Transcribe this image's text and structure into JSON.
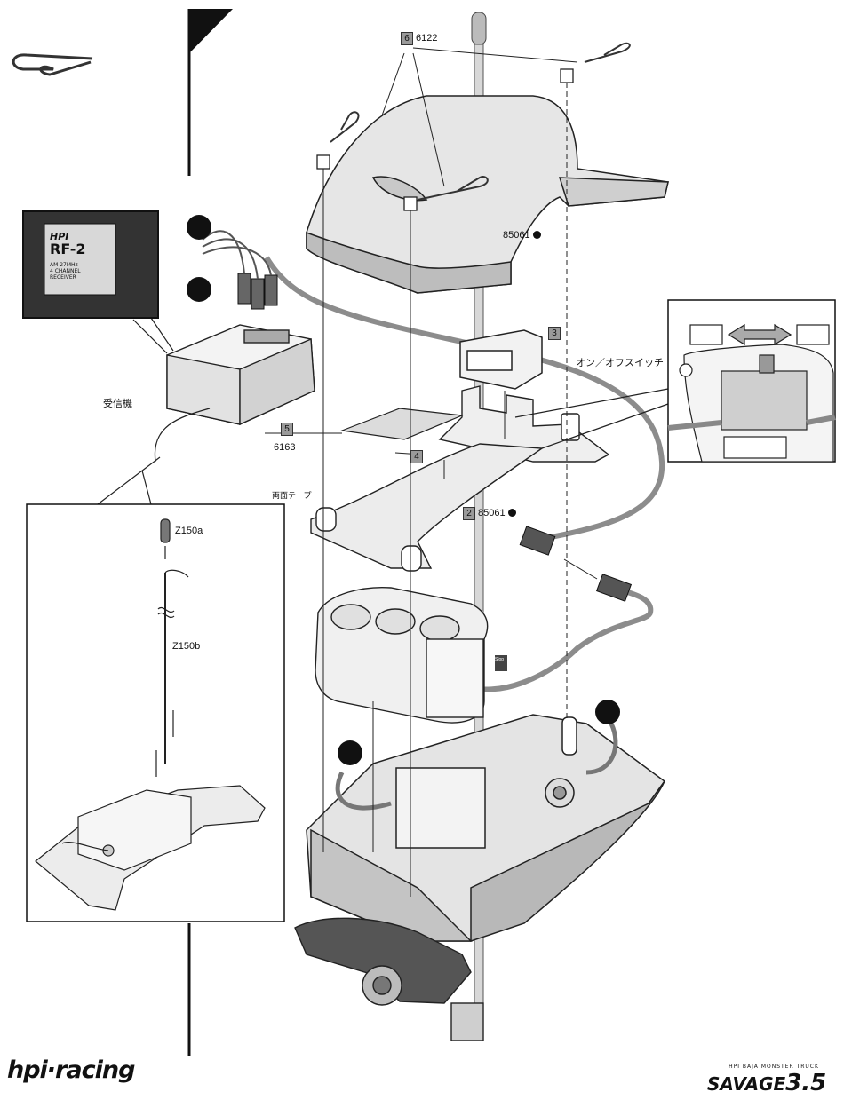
{
  "callouts": {
    "c6": {
      "num": "6",
      "code": "6122"
    },
    "c85061_top": "85061",
    "c3": "3",
    "switch_label": "オン／オフスイッチ",
    "receiver_label": "受信機",
    "c5": {
      "num": "5",
      "code": "6163"
    },
    "c4": "4",
    "tape_label": "両面テープ",
    "c2": {
      "num": "2",
      "code": "85061"
    },
    "z150a": "Z150a",
    "z150b": "Z150b"
  },
  "receiver_photo": {
    "brand": "HPI",
    "model": "RF-2",
    "line1": "AM 27MHz",
    "line2": "4 CHANNEL",
    "line3": "RECEIVER"
  },
  "battery_tag": "Slop",
  "footer": {
    "left_logo": "hpi·racing",
    "right_logo_small": "HPI BAJA MONSTER TRUCK",
    "right_logo_main": "SAVAGE",
    "right_logo_num": "3.5"
  },
  "colors": {
    "line": "#111111",
    "callout_box": "#9a9a9a",
    "wire": "#8c8c8c"
  }
}
